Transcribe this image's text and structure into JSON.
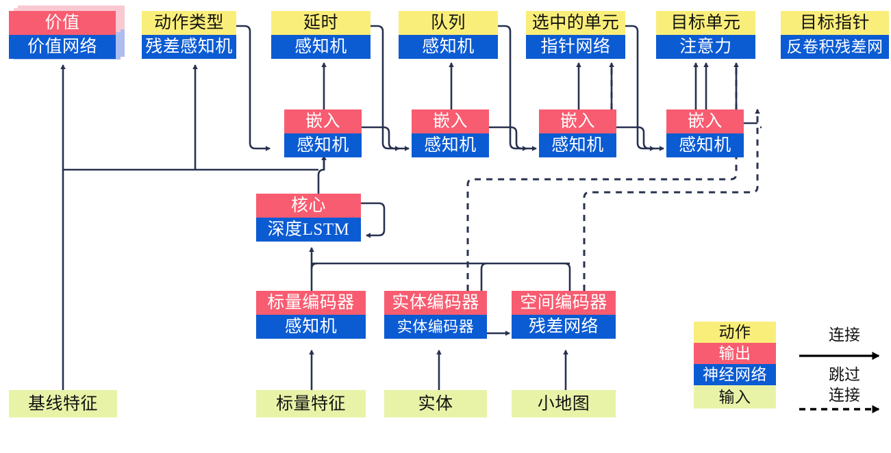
{
  "diagram": {
    "title": "",
    "colors": {
      "action": "#FAEE7A",
      "output": "#F85C70",
      "network": "#0B5BD3",
      "input": "#E8F3A8",
      "wire": "#27314F",
      "legend_arrow": "#000000",
      "ghost_top": "#F9C9D2",
      "ghost_bottom": "#AEBDF0"
    },
    "nodes": [
      {
        "id": "value",
        "output": "价值",
        "network": "价值网络"
      },
      {
        "id": "action-type",
        "action": "动作类型",
        "network": "残差感知机"
      },
      {
        "id": "delay",
        "action": "延时",
        "network": "感知机"
      },
      {
        "id": "queued",
        "action": "队列",
        "network": "感知机"
      },
      {
        "id": "selected-units",
        "action": "选中的单元",
        "network": "指针网络"
      },
      {
        "id": "target-unit",
        "action": "目标单元",
        "network": "注意力"
      },
      {
        "id": "target-point",
        "action": "目标指针",
        "network": "反卷积残差网"
      },
      {
        "id": "embed-1",
        "output": "嵌入",
        "network": "感知机"
      },
      {
        "id": "embed-2",
        "output": "嵌入",
        "network": "感知机"
      },
      {
        "id": "embed-3",
        "output": "嵌入",
        "network": "感知机"
      },
      {
        "id": "embed-4",
        "output": "嵌入",
        "network": "感知机"
      },
      {
        "id": "core",
        "output": "核心",
        "network": "深度LSTM"
      },
      {
        "id": "scalar-encoder",
        "output": "标量编码器",
        "network": "感知机"
      },
      {
        "id": "entity-encoder",
        "output": "实体编码器",
        "network": "实体编码器"
      },
      {
        "id": "spatial-encoder",
        "output": "空间编码器",
        "network": "残差网络"
      }
    ],
    "inputs": [
      {
        "id": "baseline-features",
        "label": "基线特征"
      },
      {
        "id": "scalar-features",
        "label": "标量特征"
      },
      {
        "id": "entities",
        "label": "实体"
      },
      {
        "id": "minimap",
        "label": "小地图"
      }
    ],
    "legend": {
      "swatches": [
        {
          "id": "action",
          "label": "动作"
        },
        {
          "id": "output",
          "label": "输出"
        },
        {
          "id": "network",
          "label": "神经网络"
        },
        {
          "id": "input",
          "label": "输入"
        }
      ],
      "arrows": [
        {
          "id": "connection",
          "label": "连接",
          "style": "solid"
        },
        {
          "id": "skip-connection",
          "label_line1": "跳过",
          "label_line2": "连接",
          "style": "dashed"
        }
      ]
    }
  }
}
